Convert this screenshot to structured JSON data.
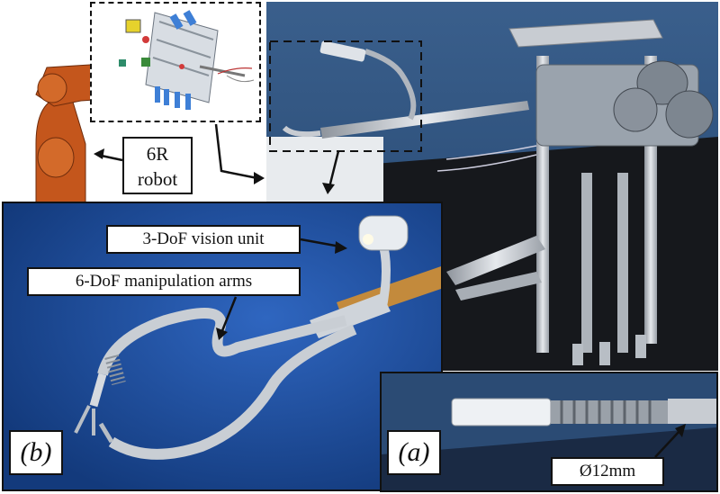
{
  "labels": {
    "robot_line1": "6R",
    "robot_line2": "robot",
    "vision_unit": "3-DoF vision unit",
    "manipulation_arms": "6-DoF manipulation arms",
    "panel_a": "(a)",
    "panel_b": "(b)",
    "diameter": "Ø12mm"
  },
  "colors": {
    "robot_orange": "#c4561c",
    "blue_background": "#1d4b9a",
    "photo_background": "#2c4f79",
    "bench_black": "#16181c",
    "metal": "#c8ccd2"
  }
}
